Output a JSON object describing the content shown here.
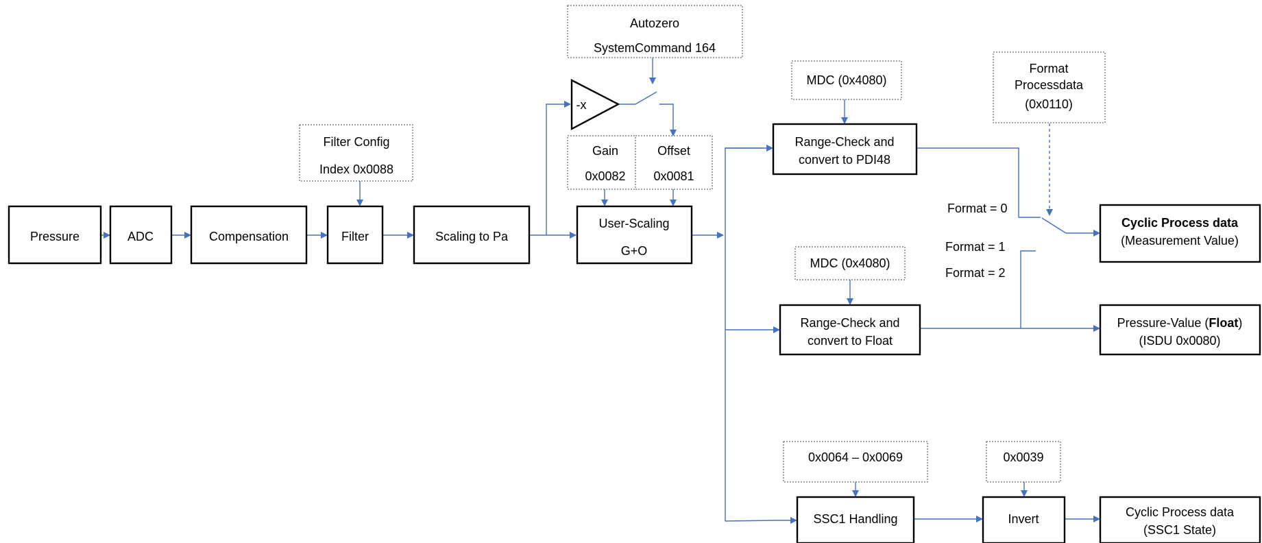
{
  "blocks": {
    "pressure": "Pressure",
    "adc": "ADC",
    "compensation": "Compensation",
    "filter": "Filter",
    "scaling": "Scaling to Pa",
    "user_scaling_1": "User-Scaling",
    "user_scaling_2": "G+O",
    "range_pdi_1": "Range-Check and",
    "range_pdi_2": "convert to PDI48",
    "range_float_1": "Range-Check and",
    "range_float_2": "convert to Float",
    "ssc1": "SSC1 Handling",
    "invert": "Invert"
  },
  "params": {
    "autozero_1": "Autozero",
    "autozero_2": "SystemCommand 164",
    "filter_cfg_1": "Filter Config",
    "filter_cfg_2": "Index 0x0088",
    "gain_1": "Gain",
    "gain_2": "0x0082",
    "offset_1": "Offset",
    "offset_2": "0x0081",
    "mdc_top": "MDC (0x4080)",
    "mdc_mid": "MDC (0x4080)",
    "format_1": "Format",
    "format_2": "Processdata",
    "format_3": "(0x0110)",
    "ssc_range": "0x0064 – 0x0069",
    "invert_idx": "0x0039"
  },
  "switch": {
    "negate": "-x",
    "format0": "Format = 0",
    "format1": "Format = 1",
    "format2": "Format = 2"
  },
  "outputs": {
    "cyclic_title": "Cyclic Process data",
    "cyclic_sub": "(Measurement Value)",
    "pressure_value_prefix": "Pressure-Value (",
    "pressure_value_bold": "Float",
    "pressure_value_suffix": ")",
    "pressure_value_sub": "(ISDU 0x0080)",
    "ssc_title": "Cyclic Process data",
    "ssc_sub": "(SSC1 State)"
  }
}
